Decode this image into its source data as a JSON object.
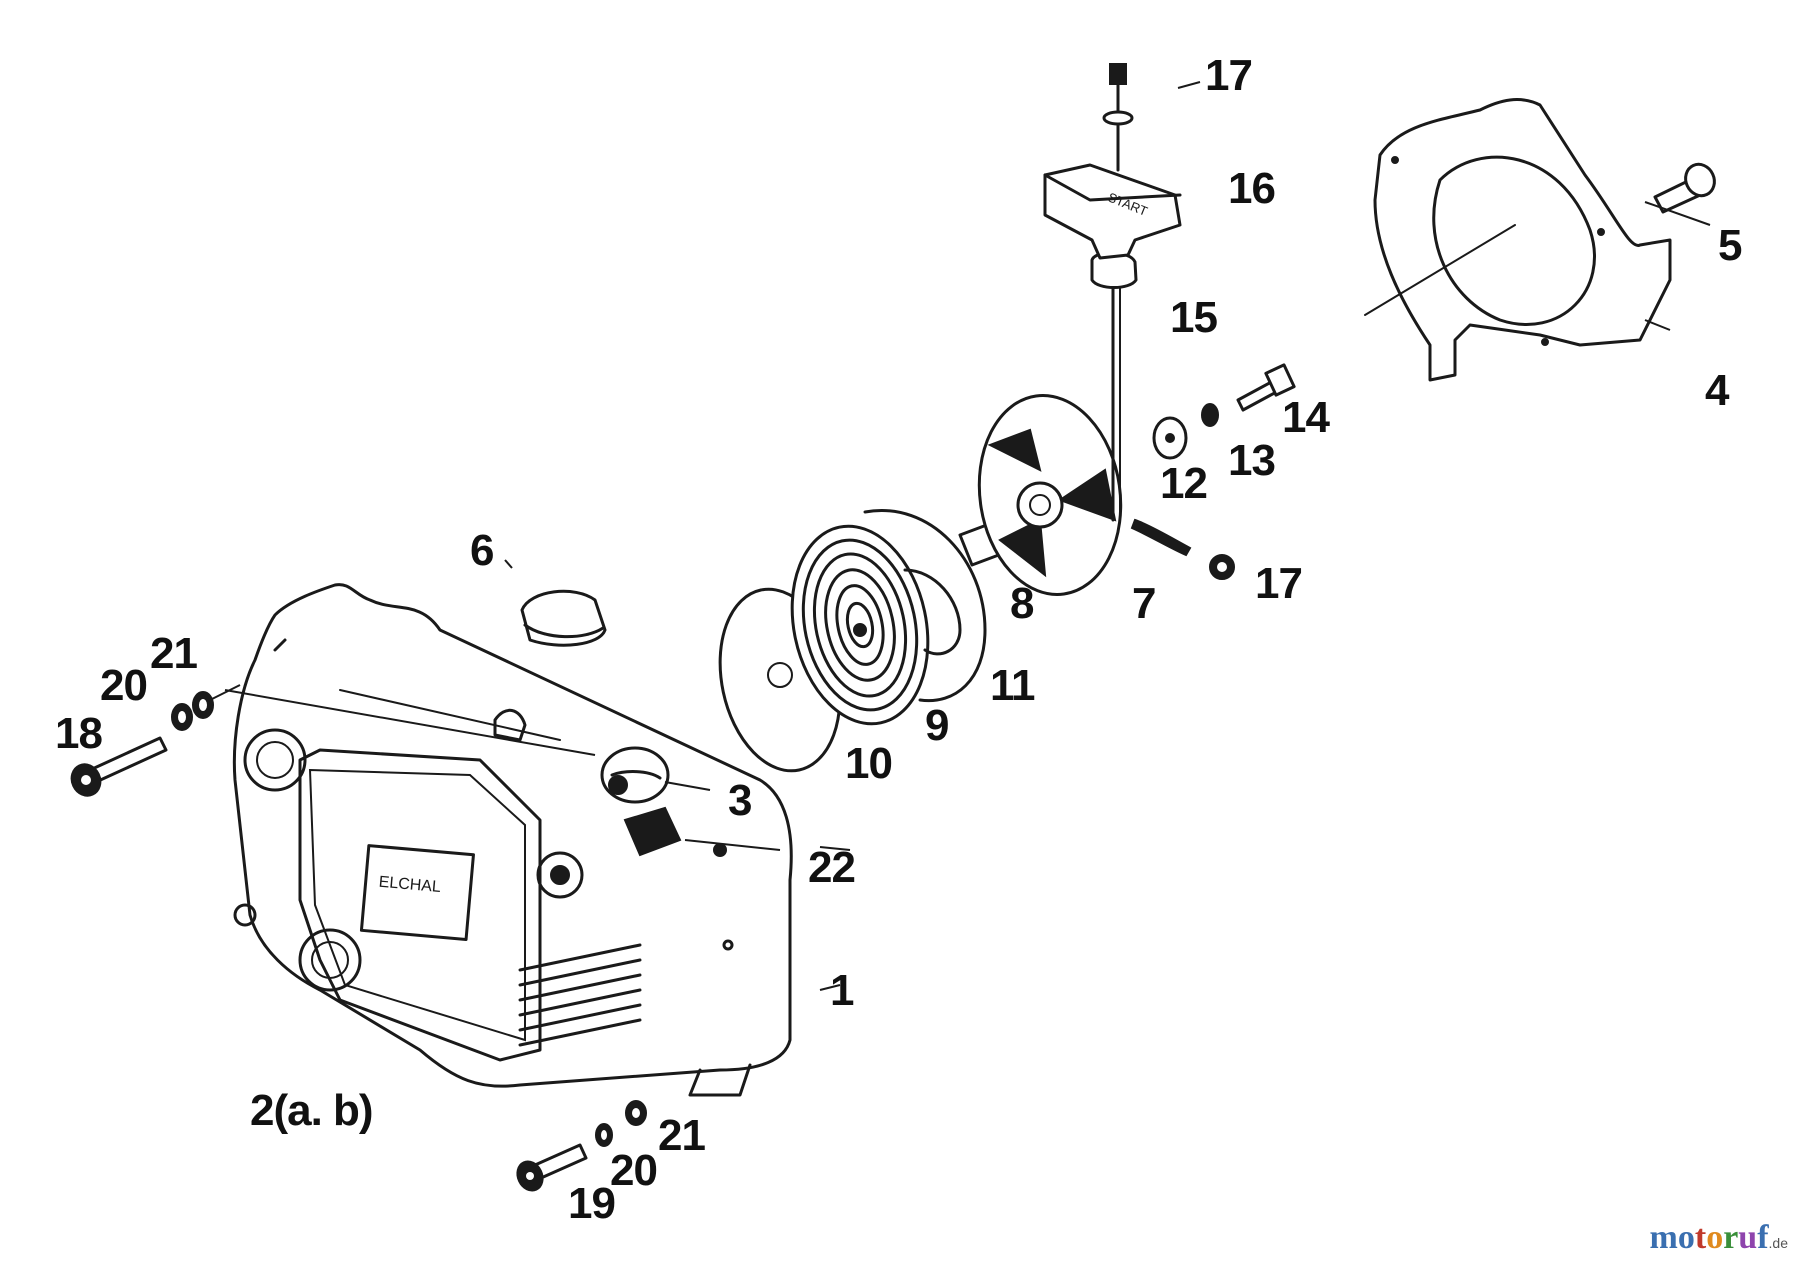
{
  "diagram": {
    "labels": {
      "p1": "1",
      "p2": "2(a. b)",
      "p3": "3",
      "p4": "4",
      "p5": "5",
      "p6": "6",
      "p7": "7",
      "p8": "8",
      "p9": "9",
      "p10": "10",
      "p11": "11",
      "p12": "12",
      "p13": "13",
      "p14": "14",
      "p15": "15",
      "p16": "16",
      "p17_top": "17",
      "p17_right": "17",
      "p18": "18",
      "p19": "19",
      "p20_left": "20",
      "p20_bottom": "20",
      "p21_left": "21",
      "p21_bottom": "21",
      "p22": "22"
    },
    "handle_text": "START"
  },
  "watermark": {
    "letters": [
      "m",
      "o",
      "t",
      "o",
      "r",
      "u",
      "f"
    ],
    "colors": [
      "#3a6fb0",
      "#3a6fb0",
      "#c0392b",
      "#e08a1e",
      "#3a8f3a",
      "#8e44ad",
      "#3a6fb0"
    ],
    "domain": ".de"
  }
}
